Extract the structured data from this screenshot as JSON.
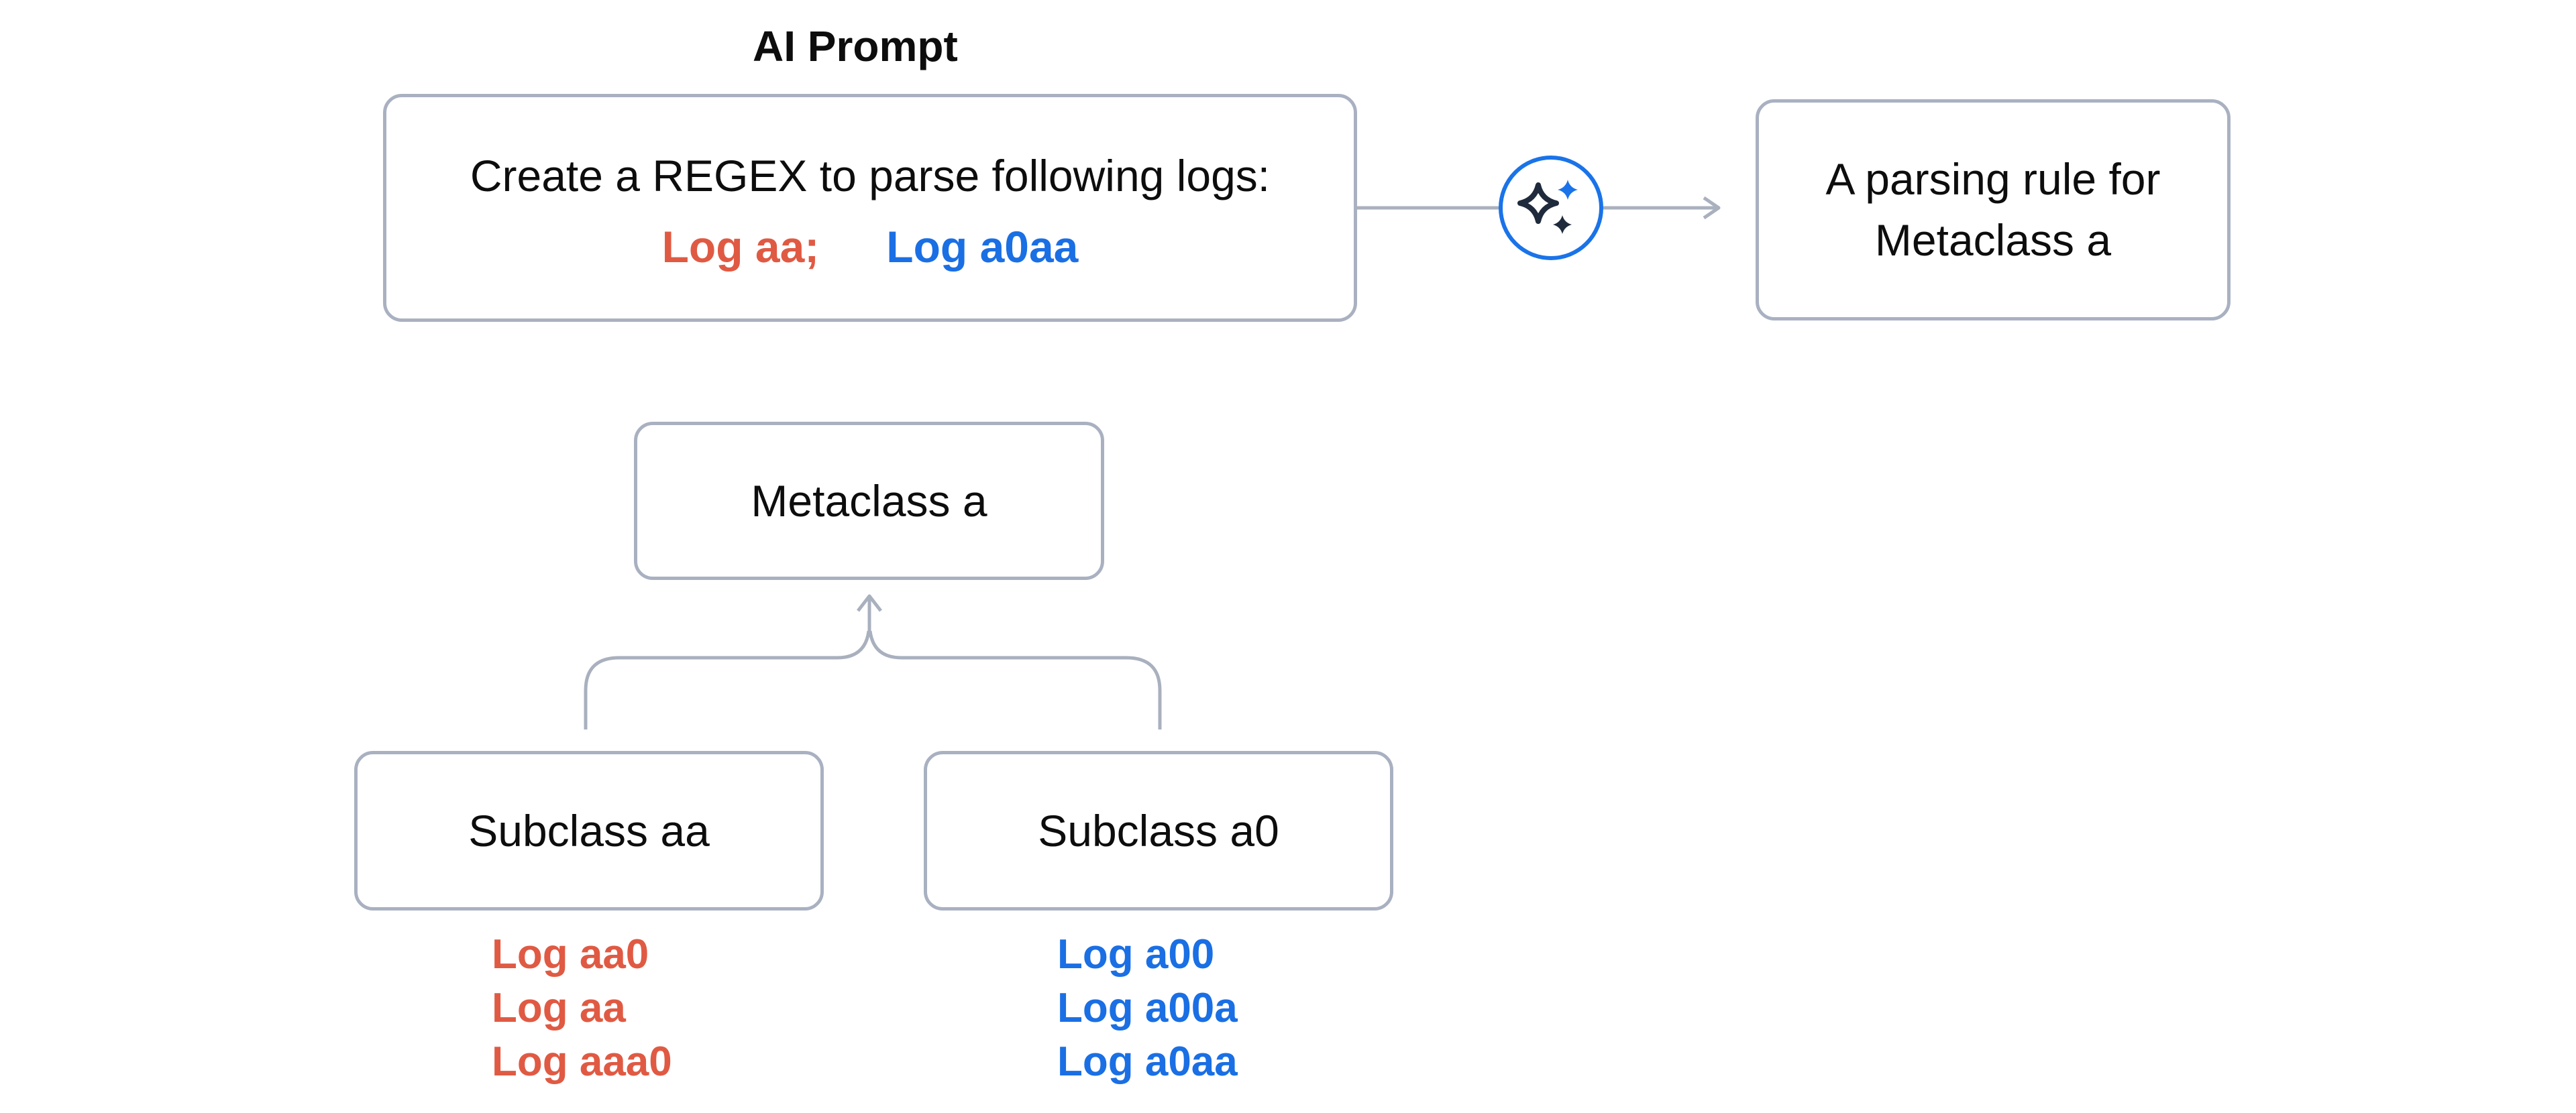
{
  "title": "AI Prompt",
  "prompt_box": {
    "instruction": "Create a REGEX to parse following logs:",
    "log_red": "Log aa;",
    "log_blue": "Log a0aa"
  },
  "result_box": {
    "line1": "A parsing rule for",
    "line2": "Metaclass a"
  },
  "metaclass_box": {
    "label": "Metaclass a"
  },
  "subclass_left": {
    "label": "Subclass aa",
    "logs": [
      "Log aa0",
      "Log aa",
      "Log aaa0"
    ]
  },
  "subclass_right": {
    "label": "Subclass a0",
    "logs": [
      "Log a00",
      "Log a00a",
      "Log a0aa"
    ]
  },
  "icons": {
    "ai_badge": "sparkles-icon",
    "flow_arrow": "arrow-right-icon",
    "hierarchy_arrow": "arrow-up-icon"
  },
  "colors": {
    "log_red": "#e05a43",
    "log_blue": "#1a6fe4",
    "badge_blue": "#1a73e8",
    "sparkle_navy": "#1f2a3c",
    "box_border": "#a9b1c1",
    "connector_gray": "#a9b0be",
    "text_black": "#0d0d0d"
  }
}
